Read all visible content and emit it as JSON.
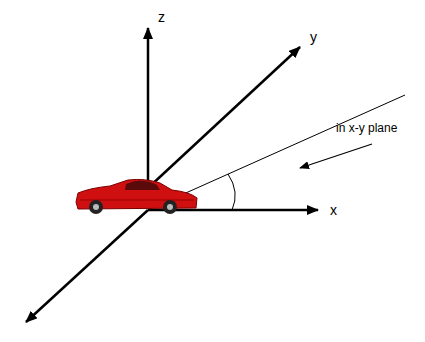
{
  "diagram": {
    "labels": [
      "z",
      "y",
      "x",
      "in x-y plane"
    ]
  }
}
